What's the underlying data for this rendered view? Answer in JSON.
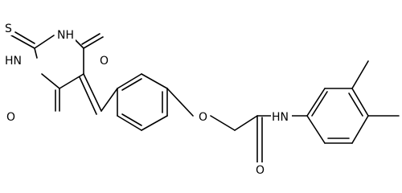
{
  "molecule": {
    "atoms": {
      "thione_s": "S",
      "n_top": "NH",
      "n_left": "HN",
      "o_right": "O",
      "o_left": "O",
      "ether_o": "O",
      "amide_n": "HN",
      "amide_o": "O"
    }
  }
}
